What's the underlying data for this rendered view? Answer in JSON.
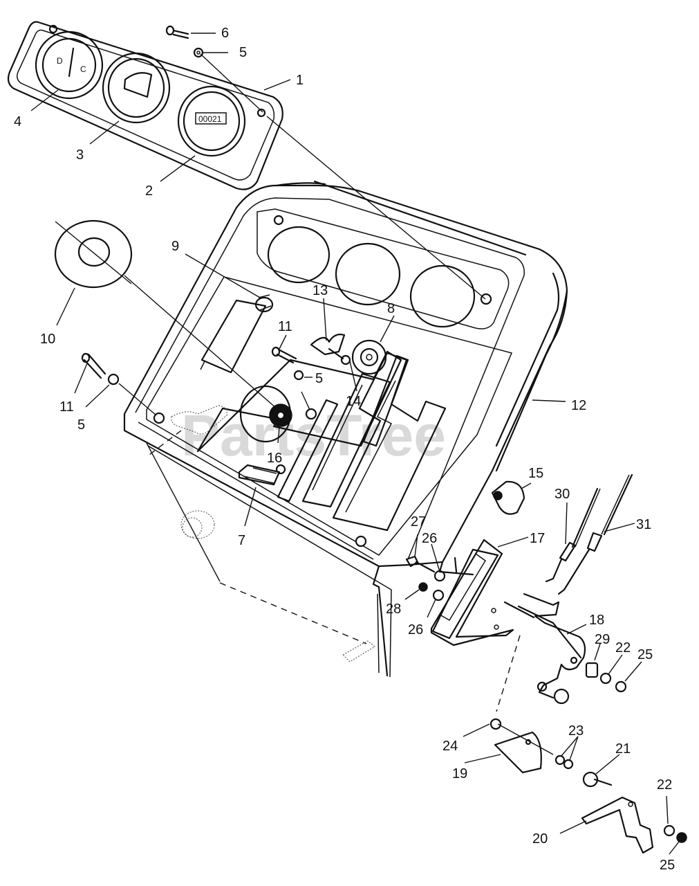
{
  "watermark": "PartsTree",
  "odometer": "00021",
  "callouts": {
    "c1": "1",
    "c2": "2",
    "c3": "3",
    "c4": "4",
    "c5a": "5",
    "c5b": "5",
    "c5c": "5",
    "c6": "6",
    "c7": "7",
    "c8": "8",
    "c9": "9",
    "c10": "10",
    "c11a": "11",
    "c11b": "11",
    "c12": "12",
    "c13": "13",
    "c14": "14",
    "c15": "15",
    "c16": "16",
    "c17": "17",
    "c18": "18",
    "c19": "19",
    "c20": "20",
    "c21": "21",
    "c22a": "22",
    "c22b": "22",
    "c23": "23",
    "c24": "24",
    "c25a": "25",
    "c25b": "25",
    "c26a": "26",
    "c26b": "26",
    "c27": "27",
    "c28": "28",
    "c29": "29",
    "c30": "30",
    "c31": "31"
  }
}
